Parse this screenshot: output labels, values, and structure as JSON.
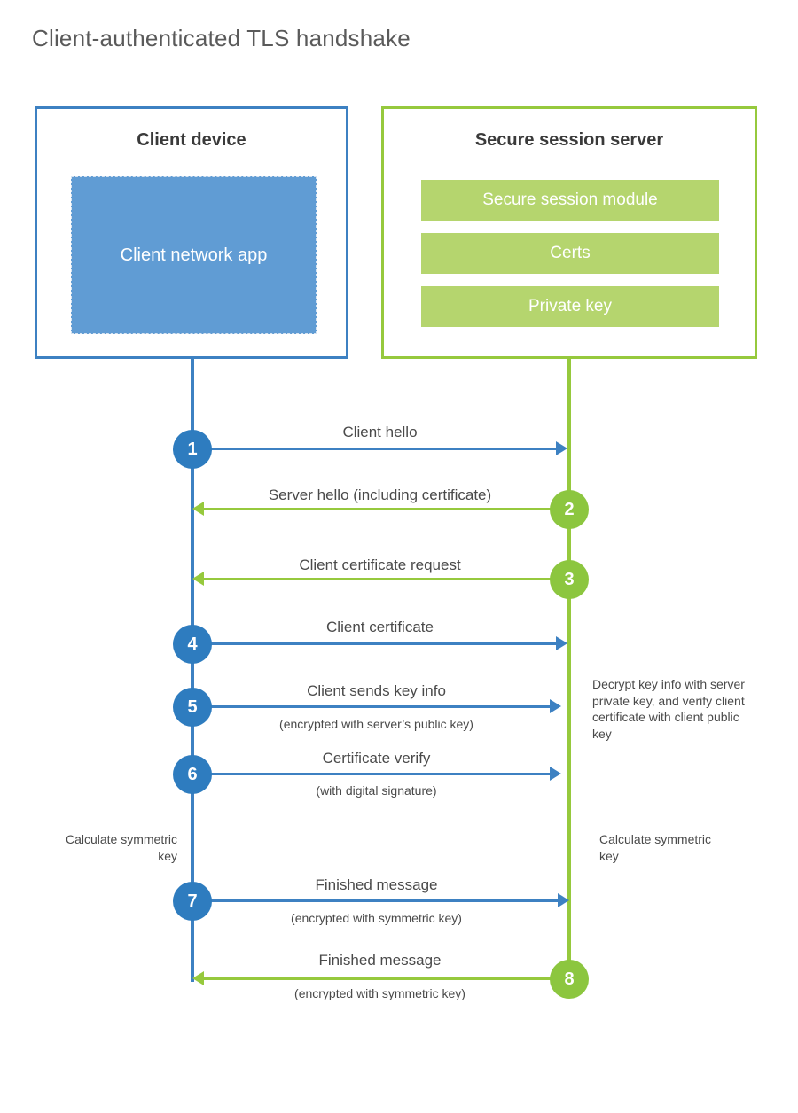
{
  "title": "Client-authenticated TLS handshake",
  "colors": {
    "client_blue": "#3d81c2",
    "client_badge_blue": "#2e7cbf",
    "client_app_fill": "#609cd4",
    "server_green": "#96c93d",
    "server_badge_green": "#8cc63f",
    "server_bar_fill": "#b5d56e",
    "text": "#4a4a4a",
    "title_text": "#5a5a5a"
  },
  "client": {
    "title": "Client device",
    "app_label": "Client network app"
  },
  "server": {
    "title": "Secure session server",
    "modules": [
      {
        "label": "Secure session module"
      },
      {
        "label": "Certs"
      },
      {
        "label": "Private key"
      }
    ]
  },
  "steps": [
    {
      "number": "1",
      "direction": "client-to-server",
      "label": "Client hello",
      "sublabel": ""
    },
    {
      "number": "2",
      "direction": "server-to-client",
      "label": "Server hello (including certificate)",
      "sublabel": ""
    },
    {
      "number": "3",
      "direction": "server-to-client",
      "label": "Client certificate request",
      "sublabel": ""
    },
    {
      "number": "4",
      "direction": "client-to-server",
      "label": "Client certificate",
      "sublabel": ""
    },
    {
      "number": "5",
      "direction": "client-to-server",
      "label": "Client sends key info",
      "sublabel": "(encrypted with server’s public key)"
    },
    {
      "number": "6",
      "direction": "client-to-server",
      "label": "Certificate verify",
      "sublabel": "(with digital signature)"
    },
    {
      "number": "7",
      "direction": "client-to-server",
      "label": "Finished message",
      "sublabel": "(encrypted with symmetric key)"
    },
    {
      "number": "8",
      "direction": "server-to-client",
      "label": "Finished message",
      "sublabel": "(encrypted with symmetric key)"
    }
  ],
  "notes": {
    "server_decrypt": "Decrypt key info with server private key, and verify client certificate with client public key",
    "client_calculate": "Calculate symmetric key",
    "server_calculate": "Calculate symmetric key"
  }
}
